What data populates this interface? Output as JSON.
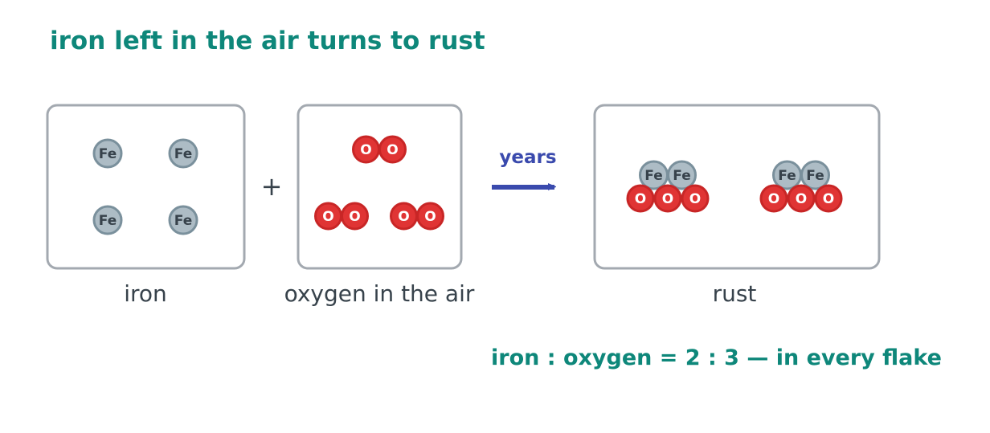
{
  "title": "iron left in the air turns to rust",
  "summary": "iron : oxygen = 2 : 3 — in every flake",
  "colors": {
    "title_text": "#0e877a",
    "label_text": "#37424b",
    "box_border": "#a3a9b0",
    "arrow": "#3a4aad",
    "fe_fill": "#adbcc5",
    "fe_stroke": "#7a909c",
    "fe_text": "#37424b",
    "o_fill": "#e03434",
    "o_stroke": "#c82626",
    "o_text": "#ffffff"
  },
  "panels": {
    "iron": {
      "label": "iron",
      "atoms": [
        "Fe",
        "Fe",
        "Fe",
        "Fe"
      ]
    },
    "plus": "+",
    "oxygen": {
      "label": "oxygen in the air",
      "molecules": [
        [
          "O",
          "O"
        ],
        [
          "O",
          "O"
        ],
        [
          "O",
          "O"
        ]
      ]
    },
    "arrow": {
      "label": "years"
    },
    "rust": {
      "label": "rust",
      "units": [
        {
          "fe": [
            "Fe",
            "Fe"
          ],
          "o": [
            "O",
            "O",
            "O"
          ]
        },
        {
          "fe": [
            "Fe",
            "Fe"
          ],
          "o": [
            "O",
            "O",
            "O"
          ]
        }
      ]
    }
  }
}
